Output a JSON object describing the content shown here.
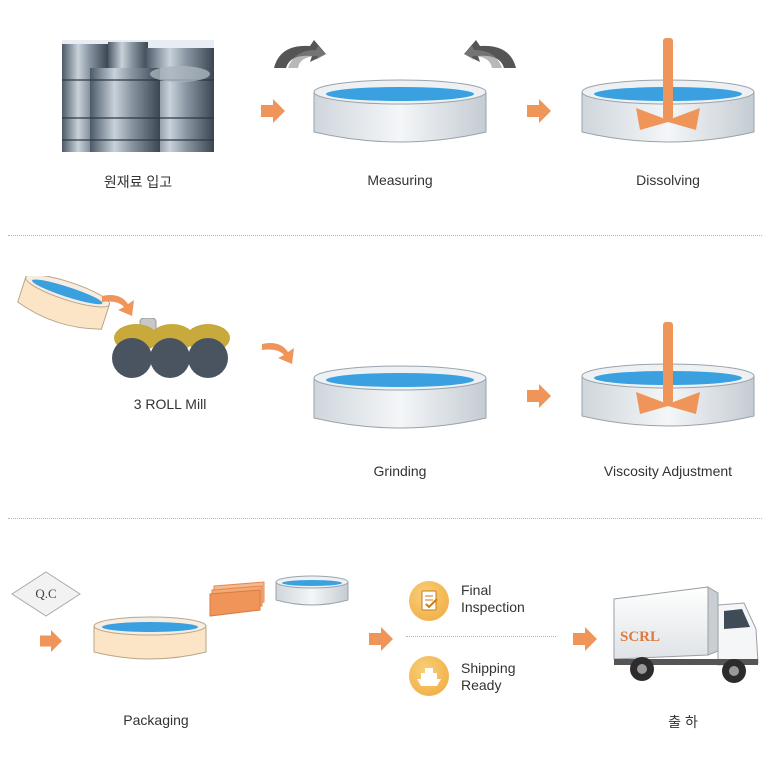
{
  "row1": {
    "step1_label": "원재료 입고",
    "step2_label": "Measuring",
    "step3_label": "Dissolving"
  },
  "row2": {
    "mill_label": "3 ROLL Mill",
    "step1_label": "Grinding",
    "step2_label": "Viscosity Adjustment"
  },
  "row3": {
    "qc_label": "Q.C",
    "packaging_label": "Packaging",
    "final_inspection": [
      "Final",
      "Inspection"
    ],
    "shipping_ready": [
      "Shipping",
      "Ready"
    ],
    "truck_brand": "SCRL",
    "shipment_label": "출 하"
  },
  "colors": {
    "arrow_orange": "#f0955a",
    "liquid_blue": "#3aa0e0",
    "divider": "#b5b5b5",
    "icon_gold": "#f0a83a"
  }
}
